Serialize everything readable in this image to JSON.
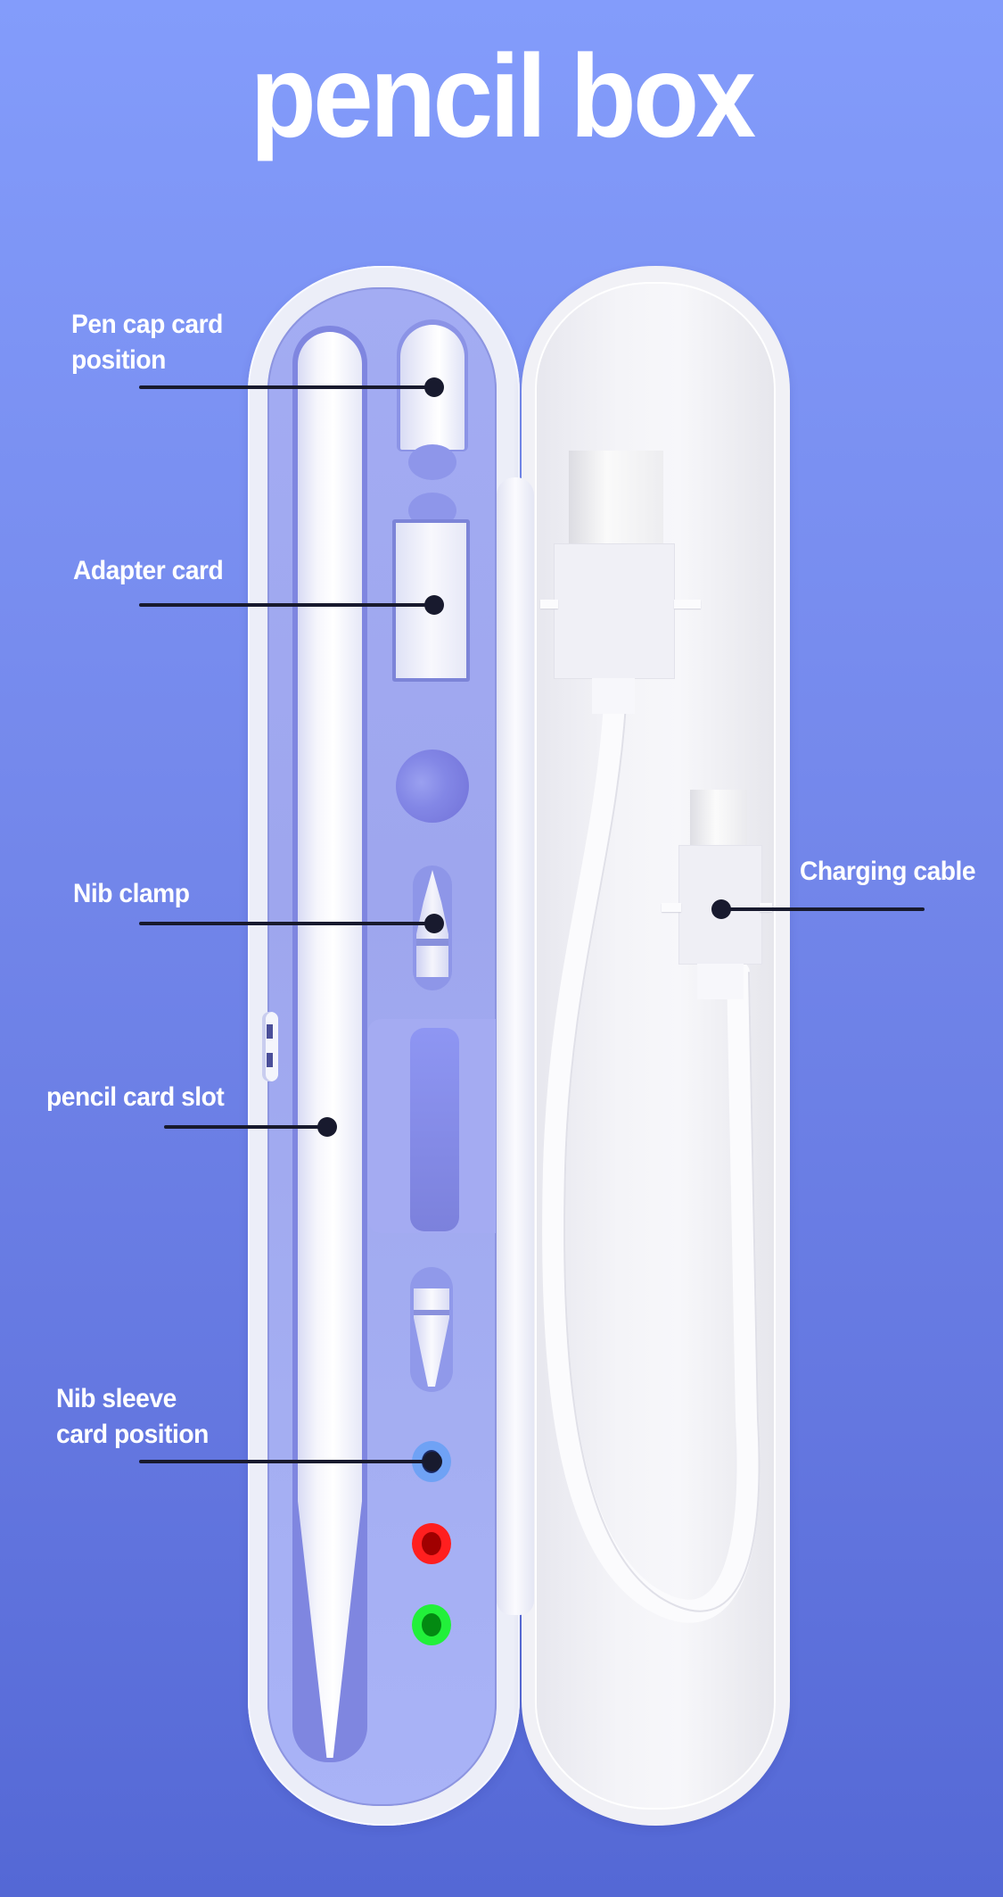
{
  "title": "pencil box",
  "colors": {
    "background_top": "#839cfb",
    "background_bottom": "#5468d5",
    "tray_purple": "#a3acf3",
    "case_white": "#eceef8",
    "callout_line": "#181a2e",
    "label_text": "#ffffff"
  },
  "callouts": [
    {
      "id": "pen-cap",
      "label_line1": "Pen cap card",
      "label_line2": "position",
      "side": "left"
    },
    {
      "id": "adapter",
      "label_line1": "Adapter card",
      "side": "left"
    },
    {
      "id": "nib-clamp",
      "label_line1": "Nib clamp",
      "side": "left"
    },
    {
      "id": "pencil-slot",
      "label_line1": "pencil card slot",
      "side": "left"
    },
    {
      "id": "nib-sleeve",
      "label_line1": "Nib sleeve",
      "label_line2": "card position",
      "side": "left"
    },
    {
      "id": "charging-cable",
      "label_line1": "Charging cable",
      "side": "right"
    }
  ],
  "nib_sleeve_colors": {
    "blue_ring": "#6fa2f5",
    "blue_core": "#1a2a66",
    "red_ring": "#ff1f1f",
    "red_core": "#a00000",
    "green_ring": "#22f03a",
    "green_core": "#038a12"
  }
}
